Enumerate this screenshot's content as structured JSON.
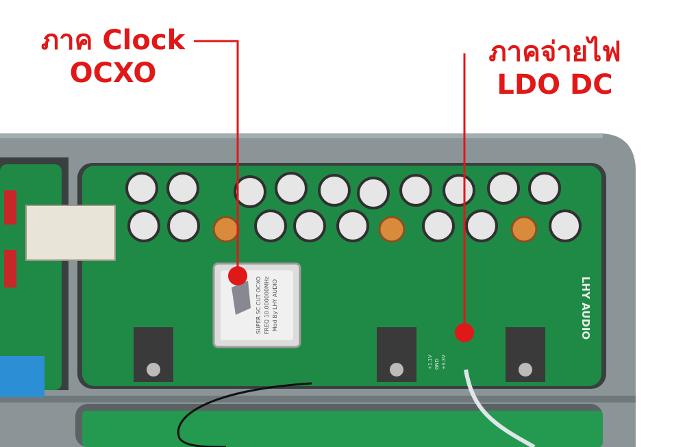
{
  "annotations": {
    "clock": {
      "line1": "ภาค Clock",
      "line2": "OCXO"
    },
    "power": {
      "line1": "ภาคจ่ายไฟ",
      "line2": "LDO DC"
    }
  },
  "board": {
    "brand_text": "LHY AUDIO",
    "ocxo_text": [
      "SUPER SC CUT OCXO",
      "FREQ 10.000000MHz",
      "Mod By LHY AUDIO"
    ],
    "pin_labels": [
      "+1.1V",
      "GND",
      "+3.3V"
    ]
  },
  "colors": {
    "annotation": "#e01818",
    "pcb": "#1f8a46",
    "enclosure": "#8a9496"
  }
}
